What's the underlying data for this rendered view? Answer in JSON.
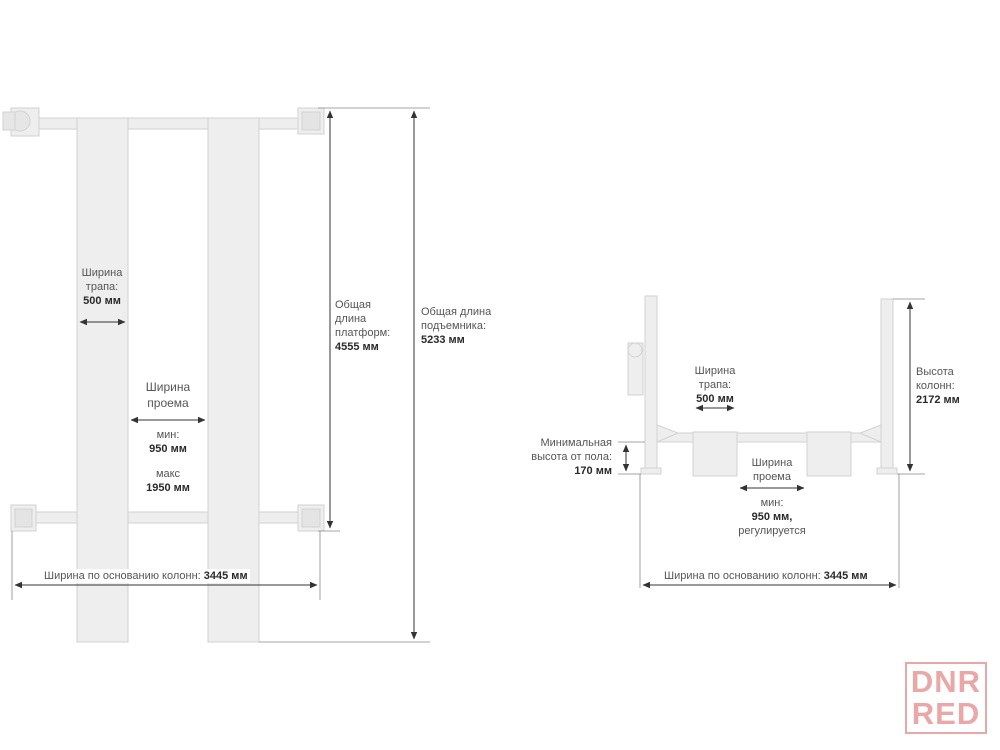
{
  "diagram_data": {
    "top_view": {
      "ramp_width": {
        "caption": "Ширина трапа:",
        "value": "500 мм"
      },
      "opening_width": {
        "caption": "Ширина проема",
        "min_caption": "мин:",
        "min_value": "950 мм",
        "max_caption": "макс",
        "max_value": "1950 мм"
      },
      "platform_length": {
        "caption": "Общая длина платформ:",
        "value": "4555 мм"
      },
      "lift_length": {
        "caption": "Общая длина подъемника:",
        "value": "5233 мм"
      },
      "base_width": {
        "caption": "Ширина по основанию колонн:",
        "value": "3445 мм"
      }
    },
    "front_view": {
      "ramp_width": {
        "caption": "Ширина трапа:",
        "value": "500 мм"
      },
      "column_height": {
        "caption": "Высота колонн:",
        "value": "2172 мм"
      },
      "min_height": {
        "caption": "Минимальная высота от пола:",
        "value": "170 мм"
      },
      "opening_width": {
        "caption": "Ширина проема",
        "min_caption": "мин:",
        "min_value": "950 мм,",
        "note": "регулируется"
      },
      "base_width": {
        "caption": "Ширина по основанию колонн:",
        "value": "3445 мм"
      }
    }
  },
  "watermark": {
    "line1": "DNR",
    "line2": "RED"
  },
  "colors": {
    "line": "#3a3a3a",
    "part_fill": "#eeeeee",
    "part_stroke": "#d2d2d2",
    "watermark": "#e8a8a8"
  }
}
